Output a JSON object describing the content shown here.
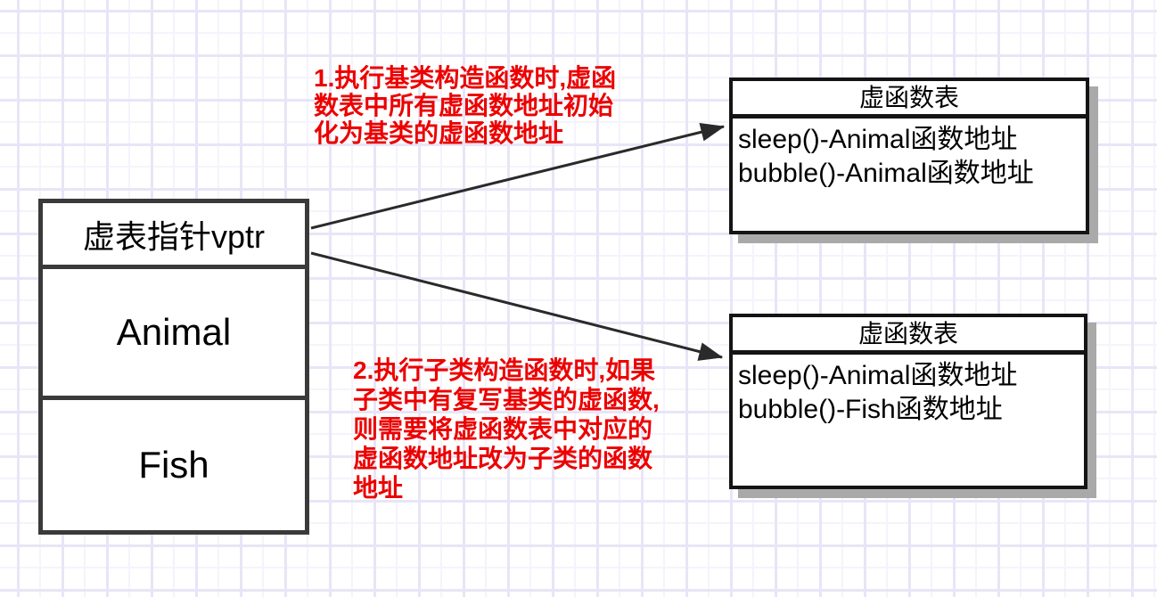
{
  "object_box": {
    "rows": [
      {
        "label": "虚表指针vptr"
      },
      {
        "label": "Animal"
      },
      {
        "label": "Fish"
      }
    ]
  },
  "vtables": [
    {
      "title": "虚函数表",
      "entries": [
        "sleep()-Animal函数地址",
        "bubble()-Animal函数地址"
      ]
    },
    {
      "title": "虚函数表",
      "entries": [
        "sleep()-Animal函数地址",
        "bubble()-Fish函数地址"
      ]
    }
  ],
  "annotations": [
    {
      "lines": [
        "1.执行基类构造函数时,虚函",
        "数表中所有虚函数地址初始",
        "化为基类的虚函数地址"
      ]
    },
    {
      "lines": [
        "2.执行子类构造函数时,如果",
        "子类中有复写基类的虚函数,",
        "则需要将虚函数表中对应的",
        "虚函数地址改为子类的函数",
        "地址"
      ]
    }
  ],
  "colors": {
    "annotation_red": "#ec0000",
    "vtable_border": "#141414",
    "object_border": "#3a3a3a",
    "shadow_gray": "#a9a9a9",
    "grid_major": "#e8e5f7",
    "grid_minor": "#f5f3fc",
    "arrow": "#2a2a2a",
    "background": "#ffffff"
  }
}
